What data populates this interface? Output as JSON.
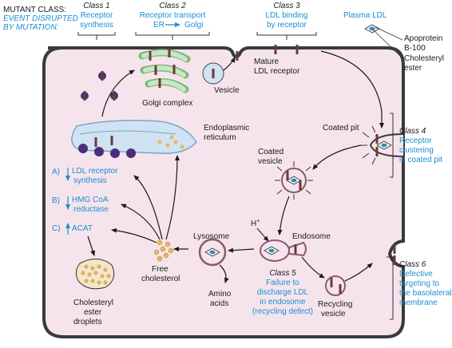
{
  "header": {
    "mutant_class": "MUTANT CLASS:",
    "event_line1": "EVENT DISRUPTED",
    "event_line2": "BY MUTATION:"
  },
  "classes": {
    "c1": {
      "title": "Class 1",
      "line1": "Receptor",
      "line2": "synthesis"
    },
    "c2": {
      "title": "Class 2",
      "line1": "Receptor transport",
      "line2a": "ER",
      "line2b": "Golgi"
    },
    "c3": {
      "title": "Class 3",
      "line1": "LDL binding",
      "line2": "by receptor"
    },
    "c4": {
      "title": "Class 4",
      "line1": "Receptor",
      "line2": "clustering",
      "line3": "in coated pit"
    },
    "c5": {
      "title": "Class 5",
      "line1": "Failure to",
      "line2": "discharge LDL",
      "line3": "in endosome",
      "line4": "(recycling defect)"
    },
    "c6": {
      "title": "Class 6",
      "line1": "Defective",
      "line2": "targeting to",
      "line3": "the basolateral",
      "line4": "membrane"
    }
  },
  "plasma_ldl": {
    "title": "Plasma LDL",
    "apoprotein_line1": "Apoprotein",
    "apoprotein_line2": "B-100",
    "cholesteryl_line1": "Cholesteryl",
    "cholesteryl_line2": "ester"
  },
  "labels": {
    "mature_line1": "Mature",
    "mature_line2": "LDL receptor",
    "vesicle": "Vesicle",
    "golgi": "Golgi complex",
    "er_line1": "Endoplasmic",
    "er_line2": "reticulum",
    "coated_pit": "Coated pit",
    "coated_vesicle_line1": "Coated",
    "coated_vesicle_line2": "vesicle",
    "h_plus": "H",
    "h_plus_sup": "+",
    "endosome": "Endosome",
    "lysosome": "Lysosome",
    "free_chol_line1": "Free",
    "free_chol_line2": "cholesterol",
    "amino_line1": "Amino",
    "amino_line2": "acids",
    "recycling_line1": "Recycling",
    "recycling_line2": "vesicle",
    "droplets_line1": "Cholesteryl",
    "droplets_line2": "ester",
    "droplets_line3": "droplets"
  },
  "regulation": {
    "a_letter": "A)",
    "a_line1": "LDL receptor",
    "a_line2": "synthesis",
    "b_letter": "B)",
    "b_line1": "HMG CoA",
    "b_line2": "reductase",
    "c_letter": "C)",
    "c_line1": "ACAT"
  },
  "colors": {
    "cell_fill": "#f6e4ec",
    "cell_stroke": "#3a3a3a",
    "label_blue": "#1b8fd0",
    "er_fill": "#cfe3f2",
    "golgi_fill": "#c8e6c4",
    "ribosome": "#4b2d7a",
    "cholesterol_dot": "#e8b765",
    "receptor": "#6b3a3a"
  }
}
